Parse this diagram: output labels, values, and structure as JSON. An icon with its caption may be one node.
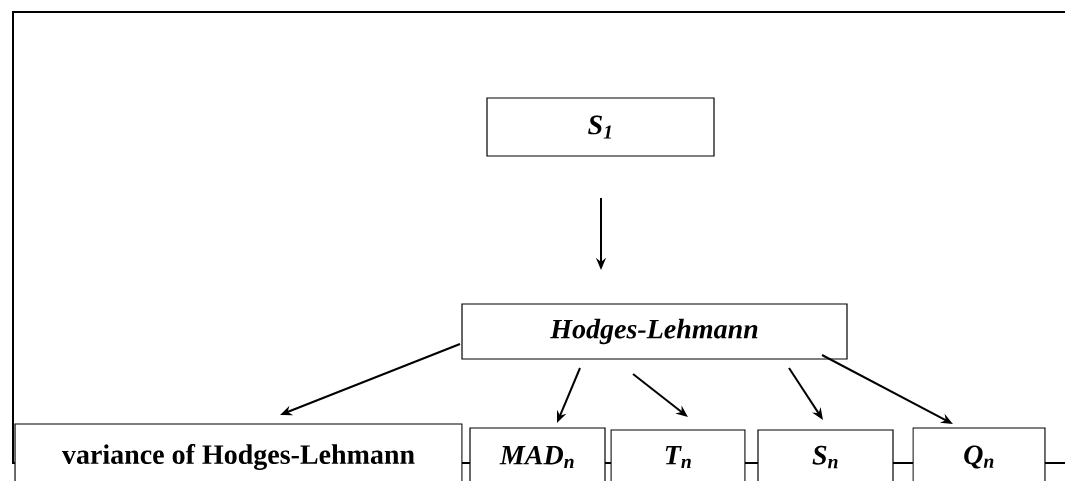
{
  "diagram": {
    "nodes": [
      {
        "text": [
          "S$_{1}$"
        ]
      },
      {
        "text": [
          "Hodges-Lehmann"
        ]
      },
      {
        "text": [
          "variance of Hodges-Lehmann"
        ]
      },
      {
        "text": [
          "MAD$_{n}$"
        ]
      },
      {
        "text": [
          "T$_{n}$"
        ]
      },
      {
        "text": [
          "S$_{n}$"
        ]
      },
      {
        "text": [
          "Q$_{n}$"
        ]
      }
    ],
    "edges": [
      {
        "from": 0,
        "to": 1,
        "arrow": "to"
      },
      {
        "from": 1,
        "to": 2,
        "arrow": "to"
      },
      {
        "from": 1,
        "to": 3,
        "arrow": "to"
      },
      {
        "from": 1,
        "to": 4,
        "arrow": "to"
      },
      {
        "from": 1,
        "to": 5,
        "arrow": "to"
      },
      {
        "from": 1,
        "to": 6,
        "arrow": "to"
      }
    ]
  }
}
